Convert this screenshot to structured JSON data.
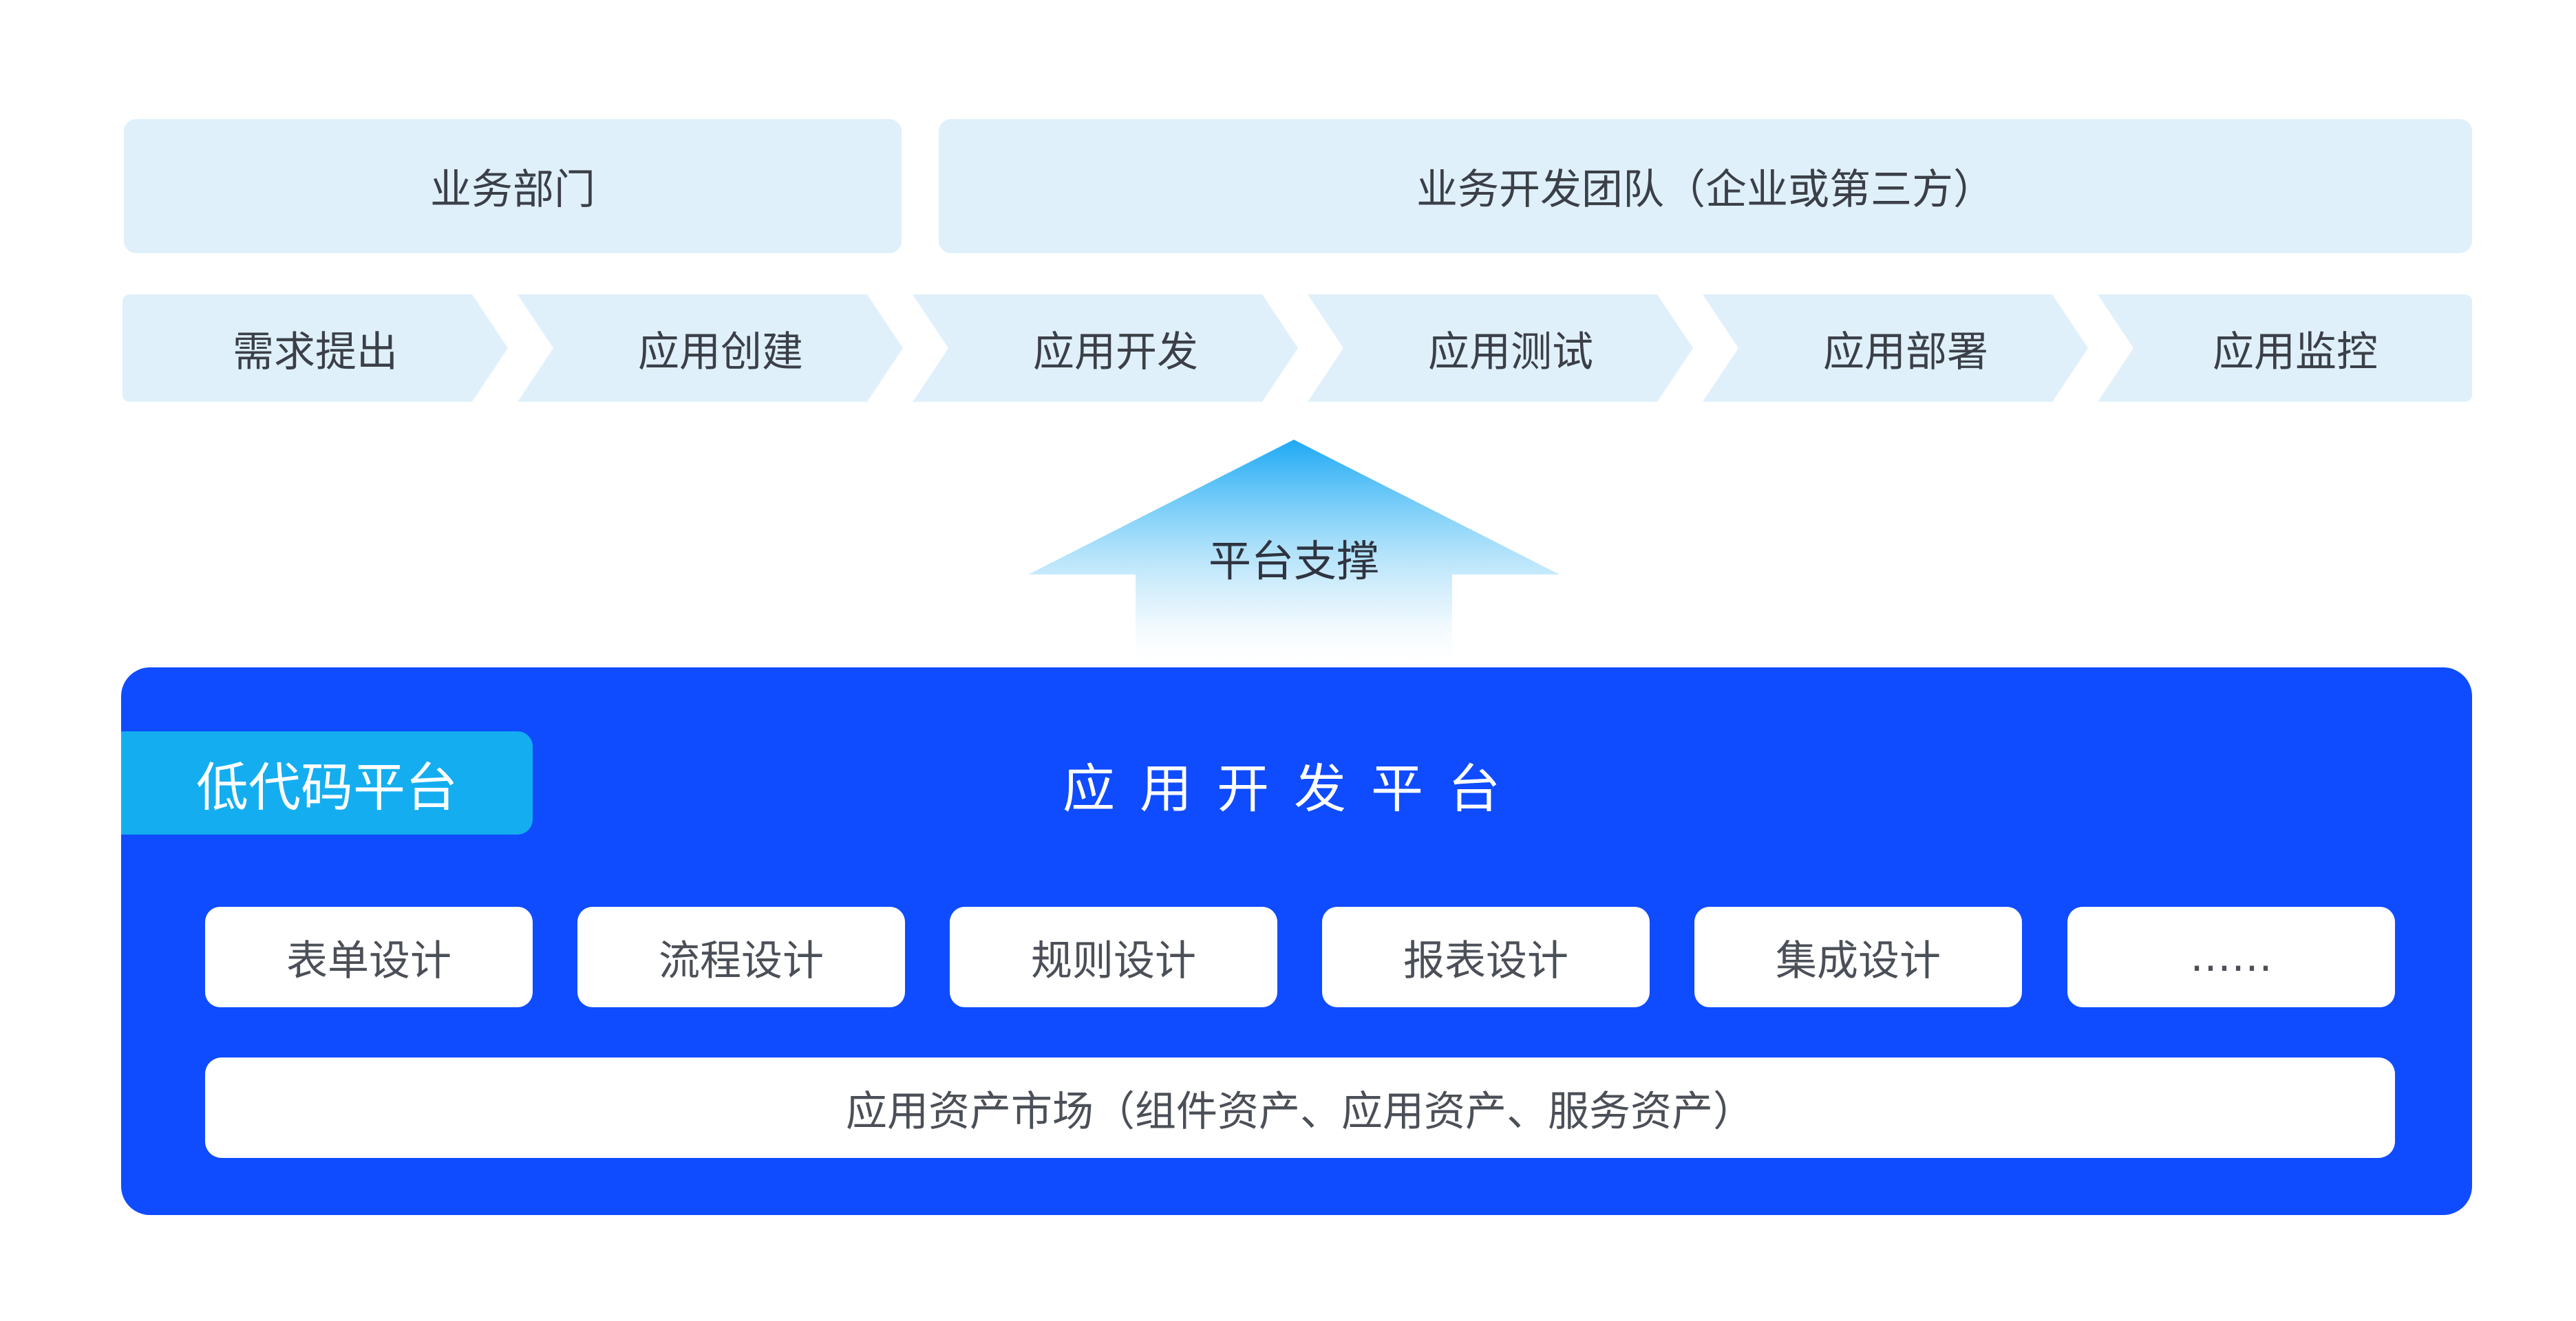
{
  "top_row": {
    "business_dept": "业务部门",
    "dev_team": "业务开发团队（企业或第三方）"
  },
  "stages": [
    "需求提出",
    "应用创建",
    "应用开发",
    "应用测试",
    "应用部署",
    "应用监控"
  ],
  "arrow_label": "平台支撑",
  "platform": {
    "tag": "低代码平台",
    "title": "应用开发平台",
    "tools": [
      "表单设计",
      "流程设计",
      "规则设计",
      "报表设计",
      "集成设计",
      "……"
    ],
    "market": "应用资产市场（组件资产、应用资产、服务资产）"
  },
  "colors": {
    "light_box": "#dff0fa",
    "platform_blue": "#0f4bff",
    "tag_cyan": "#14aef0",
    "arrow_top": "#1fa9f5"
  }
}
